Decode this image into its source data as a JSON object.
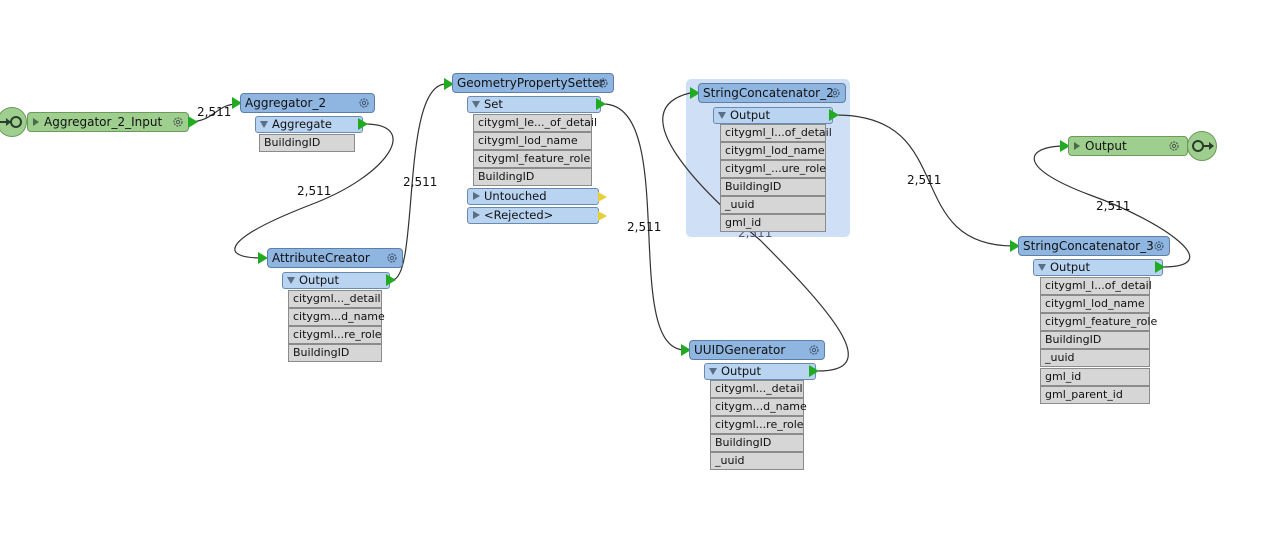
{
  "canvas": {
    "link_counts": [
      "2,511",
      "2,511",
      "2,511",
      "2,511",
      "2,511",
      "2,511",
      "2,511"
    ]
  },
  "input_node": {
    "title": "Aggregator_2_Input"
  },
  "aggregator": {
    "title": "Aggregator_2",
    "port": "Aggregate",
    "attributes": [
      "BuildingID"
    ]
  },
  "attribute_creator": {
    "title": "AttributeCreator",
    "port": "Output",
    "attributes": [
      "citygml..._detail",
      "citygm...d_name",
      "citygml...re_role",
      "BuildingID"
    ]
  },
  "geometry_setter": {
    "title": "GeometryPropertySetter",
    "port": "Set",
    "attributes": [
      "citygml_le..._of_detail",
      "citygml_lod_name",
      "citygml_feature_role",
      "BuildingID"
    ],
    "port_untouched": "Untouched",
    "port_rejected": "<Rejected>"
  },
  "string_concat_2": {
    "title": "StringConcatenator_2",
    "port": "Output",
    "attributes": [
      "citygml_l...of_detail",
      "citygml_lod_name",
      "citygml_...ure_role",
      "BuildingID",
      "_uuid",
      "gml_id"
    ]
  },
  "uuid_generator": {
    "title": "UUIDGenerator",
    "port": "Output",
    "attributes": [
      "citygml..._detail",
      "citygm...d_name",
      "citygml...re_role",
      "BuildingID",
      "_uuid"
    ]
  },
  "string_concat_3": {
    "title": "StringConcatenator_3",
    "port": "Output",
    "attributes": [
      "citygml_l...of_detail",
      "citygml_lod_name",
      "citygml_feature_role",
      "BuildingID",
      "_uuid",
      "gml_id",
      "gml_parent_id"
    ]
  },
  "output_node": {
    "title": "Output"
  },
  "colors": {
    "transformer_header": "#8fb5e1",
    "port_fill": "#b9d4f1",
    "attribute_fill": "#d6d6d6",
    "io_node": "#9fcf8f",
    "connection_arrow": "#22aa22",
    "warning_arrow": "#e8cf3a",
    "selection": "#cfe0f6"
  },
  "icons": [
    "gear-icon",
    "output-arrow-icon",
    "expand-triangle-icon",
    "bookmark-endpoint-icon"
  ]
}
